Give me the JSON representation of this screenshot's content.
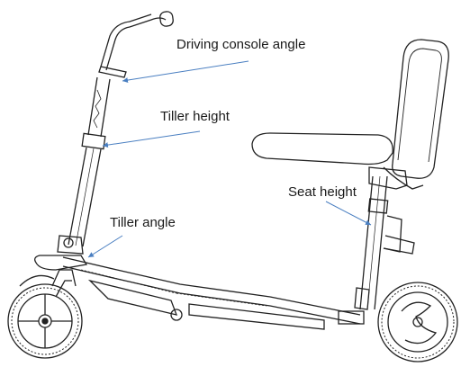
{
  "callouts": {
    "driving_console_angle": "Driving console angle",
    "tiller_height": "Tiller height",
    "seat_height": "Seat height",
    "tiller_angle": "Tiller angle"
  },
  "colors": {
    "line_art": "#222222",
    "arrow": "#4a7fc1",
    "text": "#1a1a1a",
    "background": "#ffffff"
  }
}
